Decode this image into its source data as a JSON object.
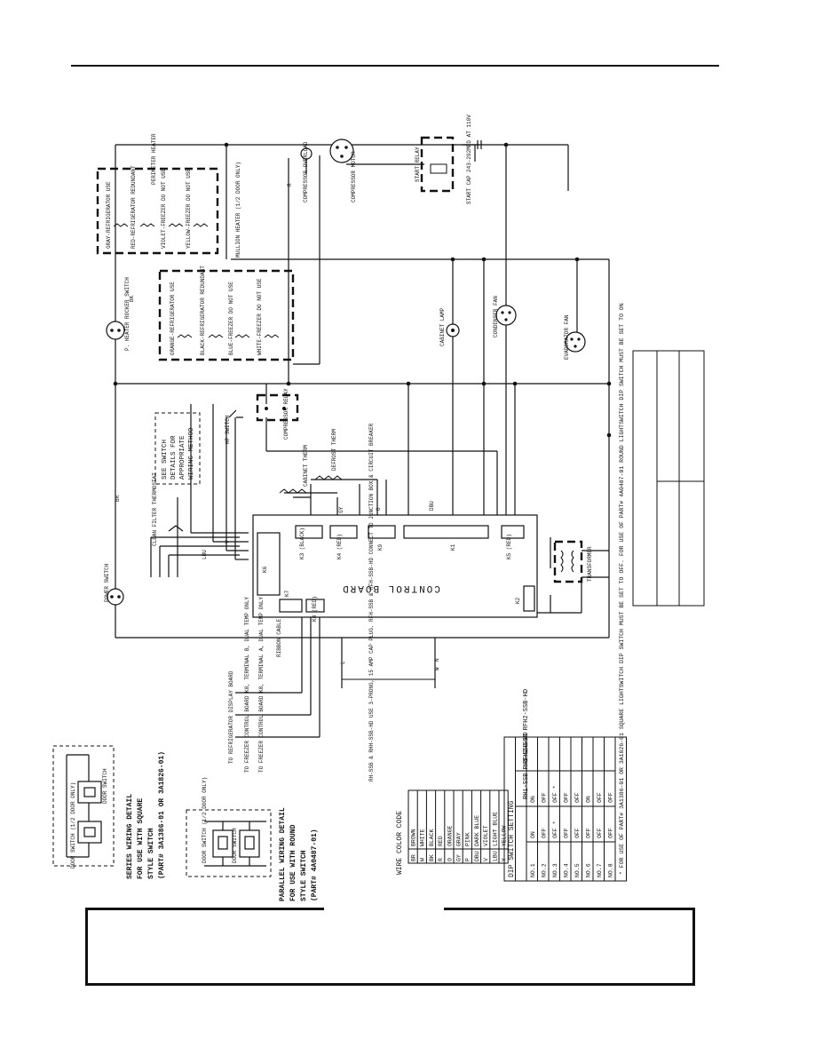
{
  "control_board": {
    "label": "CONTROL BOARD",
    "connectors": [
      "K1",
      "K2",
      "K3",
      "K4",
      "K5",
      "K6",
      "K7",
      "K8",
      "K9"
    ],
    "connector_tags": {
      "K3": "K3 (BLACK)",
      "K4": "K4 (RED)",
      "K5": "K5 (RED)",
      "K8": "K8 (RED)"
    }
  },
  "components": {
    "power_switch": "POWER SWITCH",
    "clean_filter": "CLEAN FILTER THERMOSTAT",
    "hp_switch": "HP SWITCH",
    "compressor_relay": "COMPRESSOR RELAY",
    "cabinet_therm": "CABINET THERM",
    "defrost_therm": "DEFROST THERM",
    "cabinet_lamp": "CABINET LAMP",
    "condenser_fan": "CONDENSER FAN",
    "evaporator_fan": "EVAPORATOR FAN",
    "transformer": "TRANSFORMER",
    "compressor_overload": "COMPRESSOR OVERLOAD",
    "compressor_motor": "COMPRESSOR MOTOR",
    "start_relay": "START RELAY",
    "start_cap": "START CAP 243-292MFD AT 110V",
    "p_heater_switch": "P. HEATER ROCKER SWITCH",
    "perimeter_heater": "PERIMETER HEATER",
    "mullion_heater": "MULLION HEATER (1/2 DOOR ONLY)",
    "ribbon_cable": "RIBBON CABLE",
    "see_switch_note": [
      "SEE SWITCH",
      "DETAILS FOR",
      "APPROPRIATE",
      "WIRING METHOD"
    ]
  },
  "heater_group_top": [
    "GRAY-REFRIGERATOR USE",
    "RED-REFRIGERATOR REDUNDANT",
    "VIOLET-FREEZER DO NOT USE",
    "YELLOW-FREEZER DO NOT USE"
  ],
  "heater_group_mid": [
    "ORANGE-REFRIGERATOR USE",
    "BLACK-REFRIGERATOR REDUNDANT",
    "BLUE-FREEZER DO NOT USE",
    "WHITE-FREEZER DO NOT USE"
  ],
  "board_links": [
    "TO REFRIGERATOR DISPLAY BOARD",
    "TO FREEZER CONTROL BOARD K8, TERMINAL B, DUAL TEMP ONLY",
    "TO FREEZER CONTROL BOARD K8, TERMINAL A, DUAL TEMP ONLY"
  ],
  "power_note": "RH-SSB & RHH-SSB-HD USE 3-PRONG, 15 AMP CAP PLUG. RFH-SSB & RFH-SSB-HD CONNECT TO JUNCTION BOX & CIRCUIT BREAKER",
  "wire_tags": [
    "BK",
    "W",
    "L",
    "N",
    "R",
    "BR",
    "LBU",
    "O",
    "GY",
    "V",
    "DBU"
  ],
  "wire_color_code": {
    "title": "WIRE COLOR CODE",
    "rows": [
      [
        "BR",
        "BROWN"
      ],
      [
        "W",
        "WHITE"
      ],
      [
        "BK",
        "BLACK"
      ],
      [
        "R",
        "RED"
      ],
      [
        "O",
        "ORANGE"
      ],
      [
        "GY",
        "GRAY"
      ],
      [
        "P",
        "PINK"
      ],
      [
        "DBU",
        "DARK BLUE"
      ],
      [
        "V",
        "VIOLET"
      ],
      [
        "LBU",
        "LIGHT BLUE"
      ],
      [
        "Y",
        "YELLOW"
      ]
    ]
  },
  "dip_switch": {
    "title": "DIP SWITCH SETTING",
    "headers": [
      "",
      "RH1-SSB RH1-SSB-HD",
      "RFH2-SSB RFH2-SSB-HD"
    ],
    "rows": [
      [
        "NO.1",
        "ON",
        "ON"
      ],
      [
        "NO.2",
        "OFF",
        "OFF"
      ],
      [
        "NO.3",
        "OFF *",
        "OFF *"
      ],
      [
        "NO.4",
        "OFF",
        "OFF"
      ],
      [
        "NO.5",
        "OFF",
        "OFF"
      ],
      [
        "NO.6",
        "OFF",
        "ON"
      ],
      [
        "NO.7",
        "OFF",
        "OFF"
      ],
      [
        "NO.8",
        "OFF",
        "OFF"
      ]
    ],
    "footnote": "* FOR USE OF PART# 3A1386-01 OR 3A1826-01 SQUARE LIGHTSWITCH DIP SWITCH MUST BE SET TO OFF. FOR USE OF PART# 4A0487-01 ROUND LIGHTSWITCH DIP SWITCH MUST BE SET TO ON"
  },
  "series_detail": {
    "title_lines": [
      "SERIES WIRING DETAIL",
      "FOR USE WITH SQUARE",
      "STYLE SWITCH",
      "(PART# 3A1386-01 OR 3A1826-01)"
    ],
    "switch_a": "DOOR SWITCH (1/2 DOOR ONLY)",
    "switch_b": "DOOR SWITCH"
  },
  "parallel_detail": {
    "title_lines": [
      "PARALLEL WIRING DETAIL",
      "FOR USE WITH ROUND",
      "STYLE SWITCH",
      "(PART# 4A0487-01)"
    ],
    "switch_a": "DOOR SWITCH (1/2 DOOR ONLY)",
    "switch_b": "DOOR SWITCH"
  }
}
